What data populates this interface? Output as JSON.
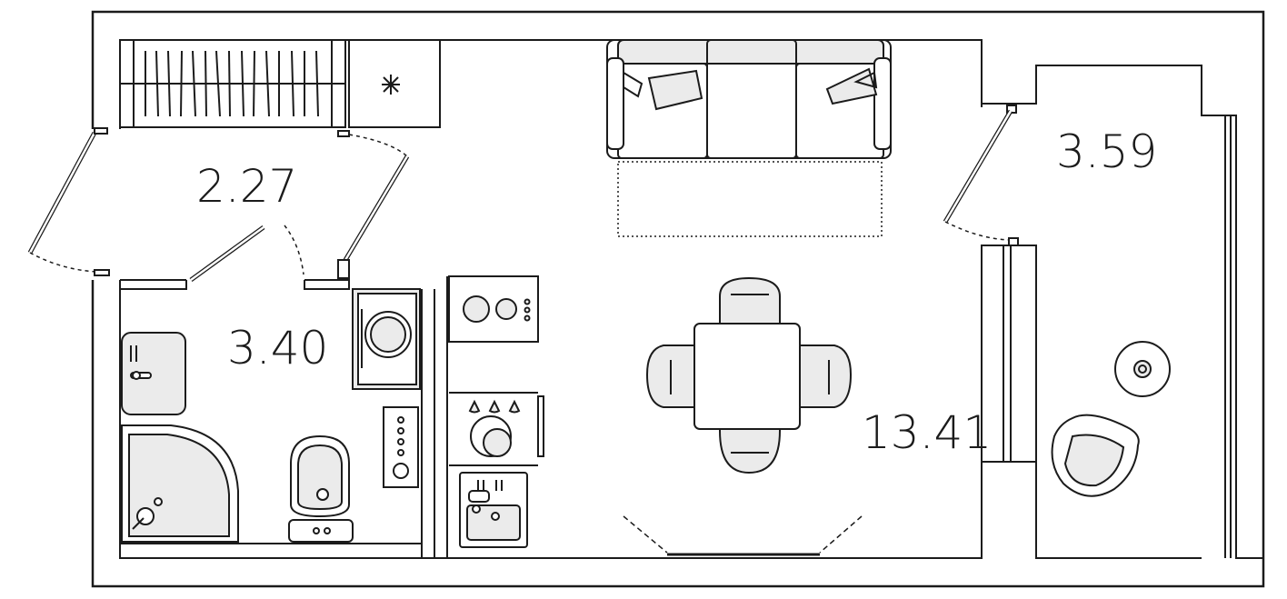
{
  "plan": {
    "rooms": [
      {
        "id": "hallway",
        "area_label": "2.27"
      },
      {
        "id": "bathroom",
        "area_label": "3.40"
      },
      {
        "id": "living-room",
        "area_label": "13.41"
      },
      {
        "id": "balcony",
        "area_label": "3.59"
      }
    ]
  },
  "colors": {
    "wall": "#1b1b1b",
    "background": "#ffffff",
    "fixture_fill": "#ebebeb",
    "fixture_stroke": "#1b1b1b"
  },
  "icons": [
    "snowflake-icon",
    "washing-machine-icon",
    "stove-icon",
    "sink-icon",
    "toilet-icon",
    "shower-icon",
    "sofa-icon",
    "dining-table-icon",
    "armchair-icon",
    "side-table-icon"
  ]
}
